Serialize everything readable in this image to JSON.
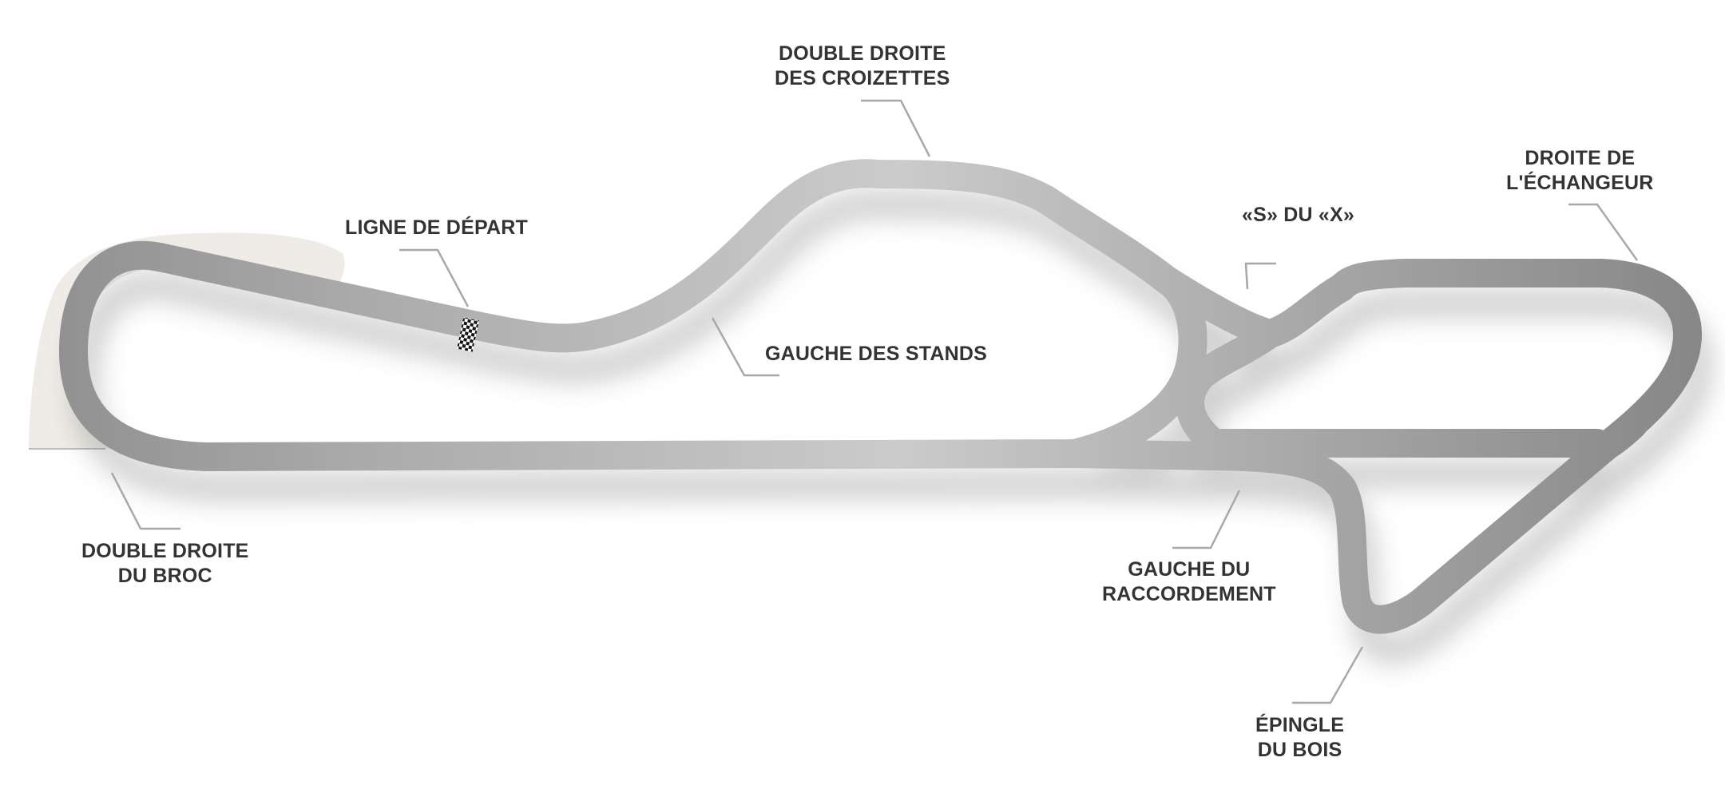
{
  "circuit": {
    "colors": {
      "track_dark": "#8c8c8c",
      "track_light": "#cacaca",
      "runoff_area": "#efece7",
      "leader_line": "#a8a8a8",
      "label_text": "#333333"
    },
    "start_line_icon": "checkered-flag",
    "labels": {
      "croizettes": [
        "DOUBLE DROITE",
        "DES CROIZETTES"
      ],
      "depart": [
        "LIGNE DE DÉPART"
      ],
      "echangeur": [
        "DROITE DE",
        "L'ÉCHANGEUR"
      ],
      "s_du_x": [
        "«S» DU «X»"
      ],
      "stands": [
        "GAUCHE DES STANDS"
      ],
      "broc": [
        "DOUBLE DROITE",
        "DU BROC"
      ],
      "raccordement": [
        "GAUCHE DU",
        "RACCORDEMENT"
      ],
      "epingle": [
        "ÉPINGLE",
        "DU BOIS"
      ]
    }
  }
}
